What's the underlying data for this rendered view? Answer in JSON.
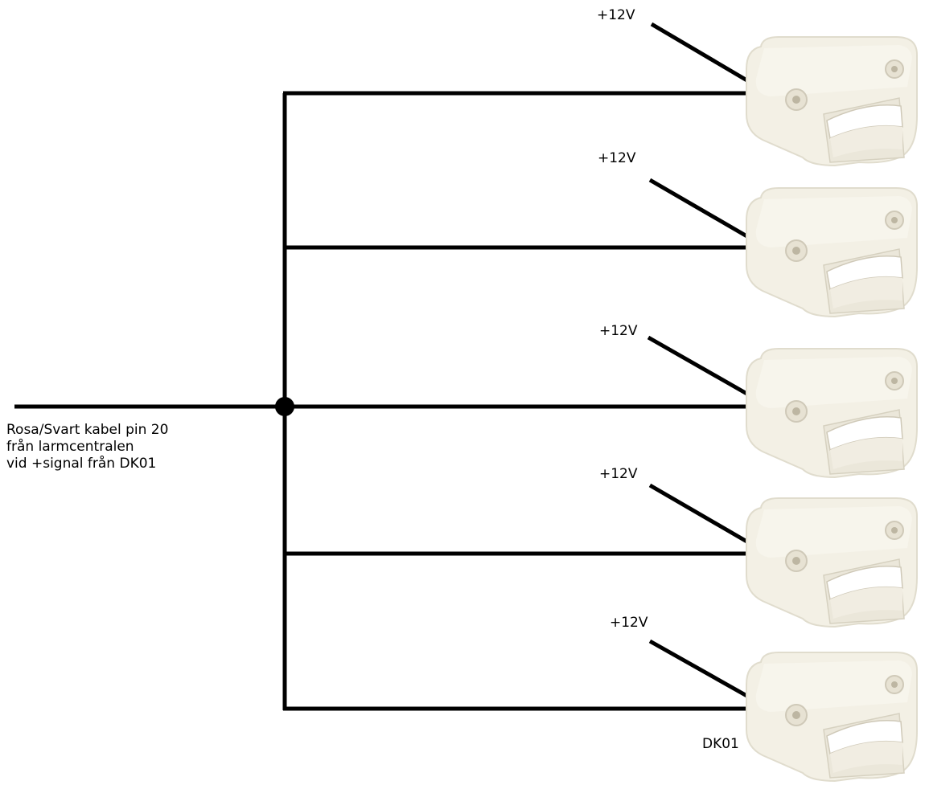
{
  "source_cable": {
    "line1": "Rosa/Svart kabel pin 20",
    "line2": "från larmcentralen",
    "line3": "vid +signal från DK01"
  },
  "devices": [
    {
      "supply_label": "+12V"
    },
    {
      "supply_label": "+12V"
    },
    {
      "supply_label": "+12V"
    },
    {
      "supply_label": "+12V"
    },
    {
      "supply_label": "+12V"
    }
  ],
  "device_model_label": "DK01",
  "colors": {
    "wire": "#000000",
    "switch_body": "#f2efe4",
    "switch_shadow": "#dcd7c7"
  }
}
